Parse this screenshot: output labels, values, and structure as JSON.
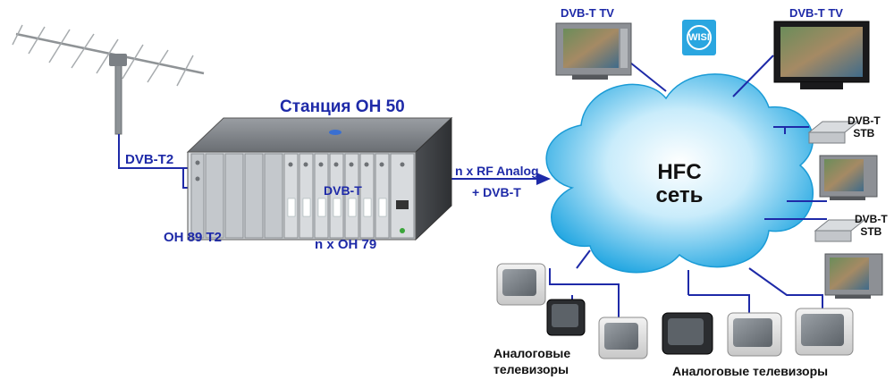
{
  "title": "Станция OH 50",
  "antenna_signal": "DVB-T2",
  "receiver_module": "OH 89 T2",
  "modulator_modules": "n x OH 79",
  "internal_signal": "DVB-T",
  "output_signal_line1": "n x RF Analog",
  "output_signal_line2": "+ DVB-T",
  "network_line1": "HFC",
  "network_line2": "сеть",
  "logo_text": "WISI",
  "tv_top_left": "DVB-T TV",
  "tv_top_right": "DVB-T TV",
  "stb_1_line1": "DVB-T",
  "stb_1_line2": "STB",
  "stb_2_line1": "DVB-T",
  "stb_2_line2": "STB",
  "analog_left_line1": "Аналоговые",
  "analog_left_line2": "телевизоры",
  "analog_right": "Аналоговые телевизоры",
  "colors": {
    "label_blue": "#1e2aa8",
    "cloud_light": "#c9ecfb",
    "cloud_dark": "#1aa3e0",
    "connector_blue": "#1e2aa8"
  }
}
